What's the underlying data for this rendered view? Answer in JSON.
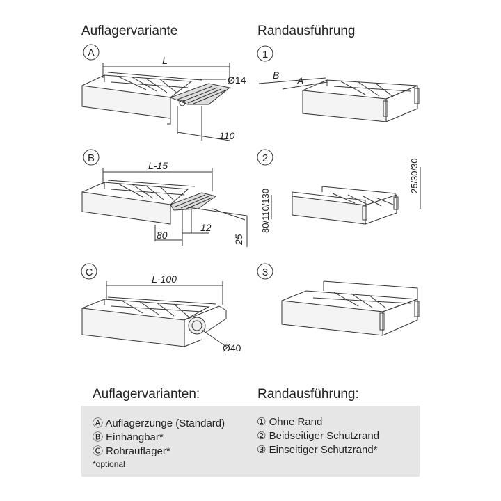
{
  "headers": {
    "left": "Auflagervariante",
    "right": "Randausführung"
  },
  "markers": {
    "a": "A",
    "b": "B",
    "c": "C",
    "one": "1",
    "two": "2",
    "three": "3"
  },
  "dimensions": {
    "a_length": "L",
    "a_diameter": "Ø14",
    "a_depth": "110",
    "b_length": "L-15",
    "b_offset": "80",
    "b_gap": "12",
    "b_height": "25",
    "c_length": "L-100",
    "c_diameter": "Ø40",
    "r1_b": "B",
    "r1_a": "A",
    "r2_height": "80/110/130",
    "r2_rim": "25/30/30"
  },
  "legend": {
    "left_title": "Auflagervarianten:",
    "right_title": "Randausführung:",
    "left_items": [
      "Ⓐ Auflagerzunge (Standard)",
      "Ⓑ Einhängbar*",
      "Ⓒ Rohrauflager*"
    ],
    "right_items": [
      "① Ohne Rand",
      "② Beidseitiger Schutzrand",
      "③ Einseitiger Schutzrand*"
    ],
    "note": "*optional"
  }
}
